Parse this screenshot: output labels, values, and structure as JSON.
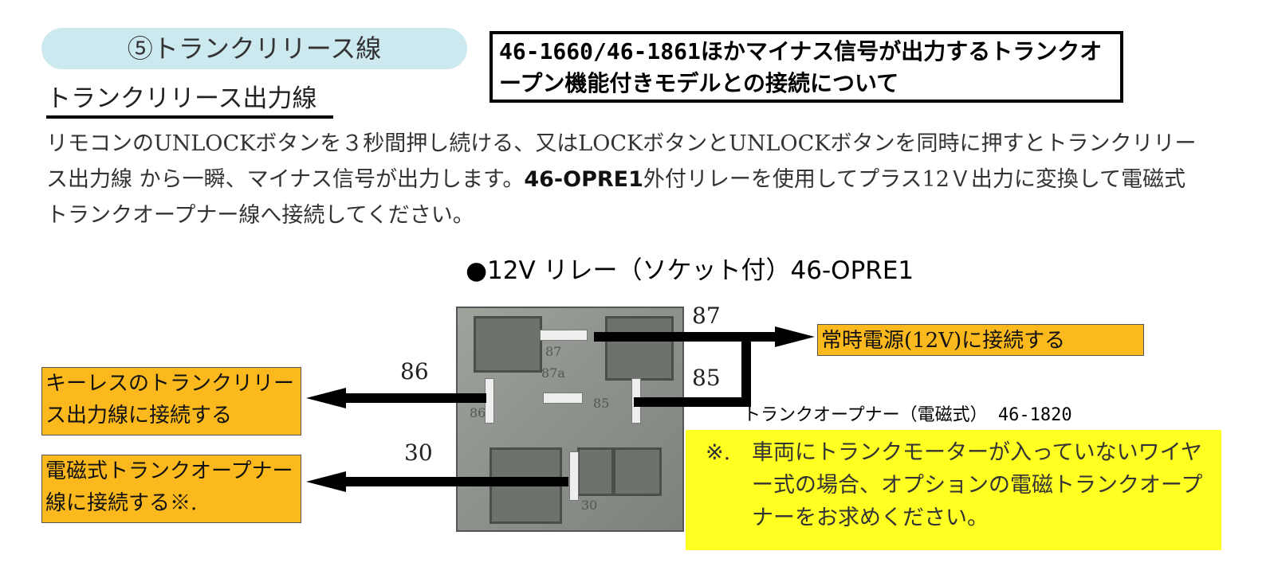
{
  "section_title": "⑤トランクリリース線",
  "note_box": "46-1660/46-1861ほかマイナス信号が出力するトランクオープン機能付きモデルとの接続について",
  "subtitle": "トランクリリース出力線",
  "body": {
    "p1": "リモコンのUNLOCKボタンを３秒間押し続ける、又はLOCKボタンとUNLOCKボタンを同時に押すとトランクリリース出力線 から一瞬、マイナス信号が出力します。",
    "p2": "46-OPRE1",
    "p3": "外付リレーを使用してプラス12Ｖ出力に変換して電磁式トランクオープナー線へ接続してください。"
  },
  "relay_title": "●12V リレー（ソケット付）46-OPRE1",
  "terminals": {
    "t87": "87",
    "t85": "85",
    "t86": "86",
    "t30": "30"
  },
  "relay_markings": {
    "m87": "87",
    "m87a": "87a",
    "m85": "85",
    "m86": "86",
    "m30": "30"
  },
  "labels": {
    "constant_power": "常時電源(12V)に接続する",
    "trunk_release": "キーレスのトランクリリース出力線に接続する",
    "opener_wire": "電磁式トランクオープナー線に接続する※."
  },
  "opener_model": "トランクオープナー（電磁式） 46-1820",
  "footnote": {
    "mark": "※.",
    "text": "車両にトランクモーターが入っていないワイヤー式の場合、オプションの電磁トランクオープナーをお求めください。"
  }
}
